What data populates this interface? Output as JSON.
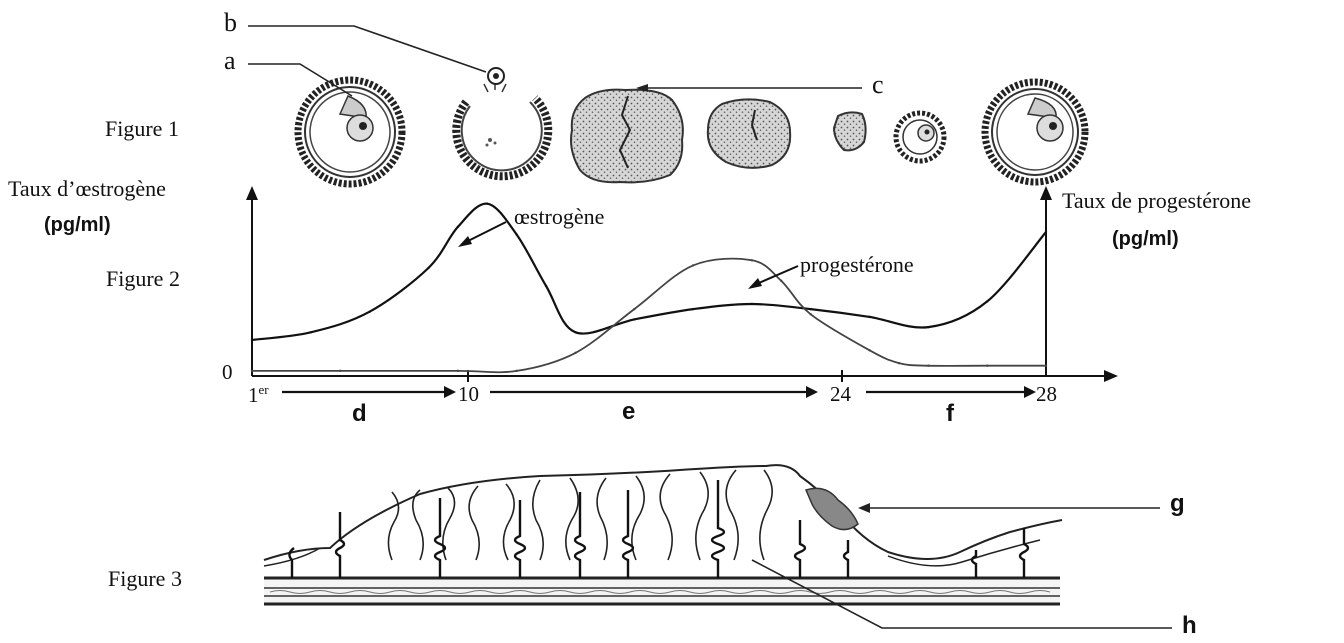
{
  "figure1": {
    "title": "Figure 1",
    "labels": {
      "a": "a",
      "b": "b",
      "c": "c"
    },
    "stages": [
      "mature-follicle",
      "ruptured-follicle",
      "corpus-luteum",
      "regressing-corpus-luteum",
      "corpus-albicans",
      "growing-follicle",
      "mature-follicle"
    ]
  },
  "figure2": {
    "title": "Figure 2",
    "left_axis_title": "Taux d’œstrogène",
    "left_axis_unit": "(pg/ml)",
    "right_axis_title": "Taux de progestérone",
    "right_axis_unit": "(pg/ml)",
    "origin_label": "0",
    "ticks": {
      "first": "1",
      "first_sup": "er",
      "t10": "10",
      "t24": "24",
      "t28": "28"
    },
    "phases": {
      "d": "d",
      "e": "e",
      "f": "f"
    },
    "curve_labels": {
      "estrogen": "œstrogène",
      "progesterone": "progestérone"
    }
  },
  "figure3": {
    "title": "Figure 3",
    "labels": {
      "g": "g",
      "h": "h"
    }
  },
  "chart_data": {
    "type": "line",
    "title": "",
    "xlabel": "",
    "ylabel": "Taux d’œstrogène (pg/ml)",
    "y2label": "Taux de progestérone (pg/ml)",
    "xlim": [
      1,
      28
    ],
    "grid": false,
    "legend": "none",
    "series": [
      {
        "name": "œstrogène",
        "axis": "left",
        "x": [
          1,
          3,
          5,
          7,
          8,
          9,
          10,
          11,
          12,
          14,
          16,
          18,
          20,
          22,
          24,
          26,
          28
        ],
        "y": [
          14,
          17,
          25,
          42,
          58,
          67,
          55,
          35,
          17,
          22,
          26,
          28,
          26,
          23,
          19,
          29,
          56
        ]
      },
      {
        "name": "progestérone",
        "axis": "right",
        "x": [
          1,
          4,
          8,
          10,
          12,
          14,
          16,
          18,
          19,
          20,
          22,
          23,
          24,
          26,
          28
        ],
        "y": [
          2,
          2,
          2,
          2,
          9,
          26,
          43,
          45,
          37,
          24,
          10,
          5,
          4,
          4,
          4
        ]
      }
    ]
  }
}
